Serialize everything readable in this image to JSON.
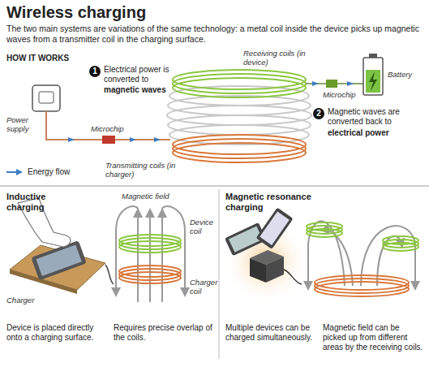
{
  "diagram": {
    "title": "Wireless charging",
    "caption": "The two main systems are variations of the same technology: a metal coil inside the device picks up magnetic waves from a transmitter coil in the charging surface.",
    "labels": [
      "HOW IT WORKS",
      "1",
      "Electrical power is converted to",
      "magnetic waves",
      "Receiving coils (in device)",
      "Power supply",
      "Microchip",
      "Microchip",
      "Battery",
      "2",
      "Magnetic waves are converted back to",
      "electrical power",
      "Transmitting coils (in charger)",
      "Inductive charging",
      "Magnetic field",
      "Device coil",
      "Charger coil",
      "Charger",
      "Device is placed directly onto a charging surface.",
      "Requires precise overlap of the coils.",
      "Magnetic resonance charging",
      "Multiple devices can be charged simultaneously.",
      "Magnetic field can be picked up from different areas by the receiving coils."
    ],
    "legend": [
      {
        "text": "Energy flow"
      }
    ]
  }
}
